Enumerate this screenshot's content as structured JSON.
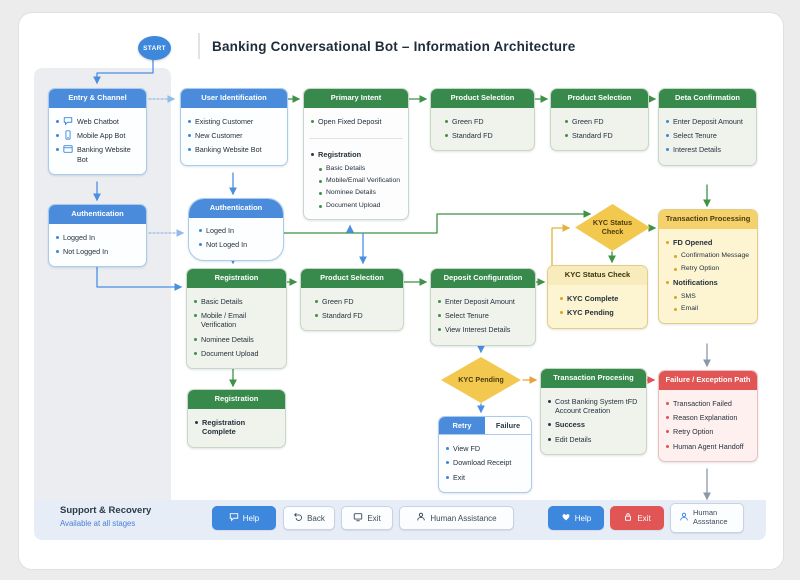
{
  "title": "Banking Conversational Bot – Information Architecture",
  "start_label": "START",
  "colors": {
    "blue": "#3d87dd",
    "green": "#38894c",
    "yellow": "#f2c94e",
    "red": "#e25555"
  },
  "nodes": {
    "entry_channel": {
      "title": "Entry & Channel",
      "items": [
        {
          "icon": "chat-icon",
          "label": "Web Chatbot"
        },
        {
          "icon": "mobile-icon",
          "label": "Mobile App Bot"
        },
        {
          "icon": "browser-icon",
          "label": "Banking Website Bot"
        }
      ]
    },
    "auth_left": {
      "title": "Authentication",
      "items": [
        "Logged In",
        "Not Logged In"
      ]
    },
    "user_identification": {
      "title": "User Identification",
      "items": [
        "Existing Customer",
        "New Customer",
        "Banking Website Bot"
      ]
    },
    "auth_pill": {
      "title": "Authentication",
      "items": [
        "Loged In",
        "Not Loged In"
      ]
    },
    "primary_intent": {
      "title": "Primary Intent",
      "intent": "Open Fixed Deposit",
      "group": "Registration",
      "subs": [
        "Basic Details",
        "Mobile/Email Verification",
        "Nominee Details",
        "Document Upload"
      ]
    },
    "product_selection_1": {
      "title": "Product Selection",
      "items": [
        "Green FD",
        "Standard FD"
      ]
    },
    "product_selection_2": {
      "title": "Product Selection",
      "items": [
        "Green FD",
        "Standard FD"
      ]
    },
    "data_confirmation": {
      "title": "Deta Confirmation",
      "items": [
        "Enter Deposit Amount",
        "Select Tenure",
        "Interest Details"
      ]
    },
    "registration": {
      "title": "Registration",
      "items": [
        "Basic Details",
        "Mobile / Email Verification",
        "Nominee Details",
        "Document Upload"
      ]
    },
    "registration_complete": {
      "title": "Registration",
      "items": [
        "Registration Complete"
      ]
    },
    "product_selection_3": {
      "title": "Product Selection",
      "items": [
        "Green FD",
        "Standard FD"
      ]
    },
    "deposit_configuration": {
      "title": "Deposit Configuration",
      "items": [
        "Enter Deposit Amount",
        "Select Tenure",
        "View Interest Details"
      ]
    },
    "kyc_diamond": {
      "label": "KYC Status Check"
    },
    "kyc_status_box": {
      "title": "KYC Status Check",
      "items": [
        "KYC Complete",
        "KYC Pending"
      ]
    },
    "transaction_processing": {
      "title": "Transaction Processing",
      "groups": [
        {
          "label": "FD Opened",
          "subs": [
            "Confirmation Message",
            "Retry Option"
          ]
        },
        {
          "label": "Notifications",
          "subs": [
            "SMS",
            "Email"
          ]
        }
      ]
    },
    "kyc_pending_diamond": {
      "label": "KYC Pending"
    },
    "transaction_procesing": {
      "title": "Transaction Procesing",
      "items": [
        "Cost Banking System tFD Account Creation",
        "Success",
        "Edit Details"
      ]
    },
    "failure_path": {
      "title": "Failure / Exception Path",
      "items": [
        "Transaction Failed",
        "Reason Explanation",
        "Retry Option",
        "Human Agent Handoff"
      ]
    },
    "retry_failure": {
      "tabs": [
        "Retry",
        "Failure"
      ],
      "items": [
        "View FD",
        "Download Receipt",
        "Exit"
      ]
    }
  },
  "footer": {
    "title": "Support & Recovery",
    "subtitle": "Available at all stages",
    "buttons": [
      {
        "label": "Help",
        "style": "blue",
        "icon": "chat-icon"
      },
      {
        "label": "Back",
        "style": "outline",
        "icon": "back-icon"
      },
      {
        "label": "Exit",
        "style": "outline",
        "icon": "monitor-icon"
      },
      {
        "label": "Human Assistance",
        "style": "outline",
        "icon": "person-icon"
      },
      {
        "label": "Help",
        "style": "blue",
        "icon": "heart-icon"
      },
      {
        "label": "Exit",
        "style": "red",
        "icon": "lock-icon"
      },
      {
        "label": "Human Assstance",
        "style": "outline",
        "icon": "person-icon"
      }
    ]
  }
}
